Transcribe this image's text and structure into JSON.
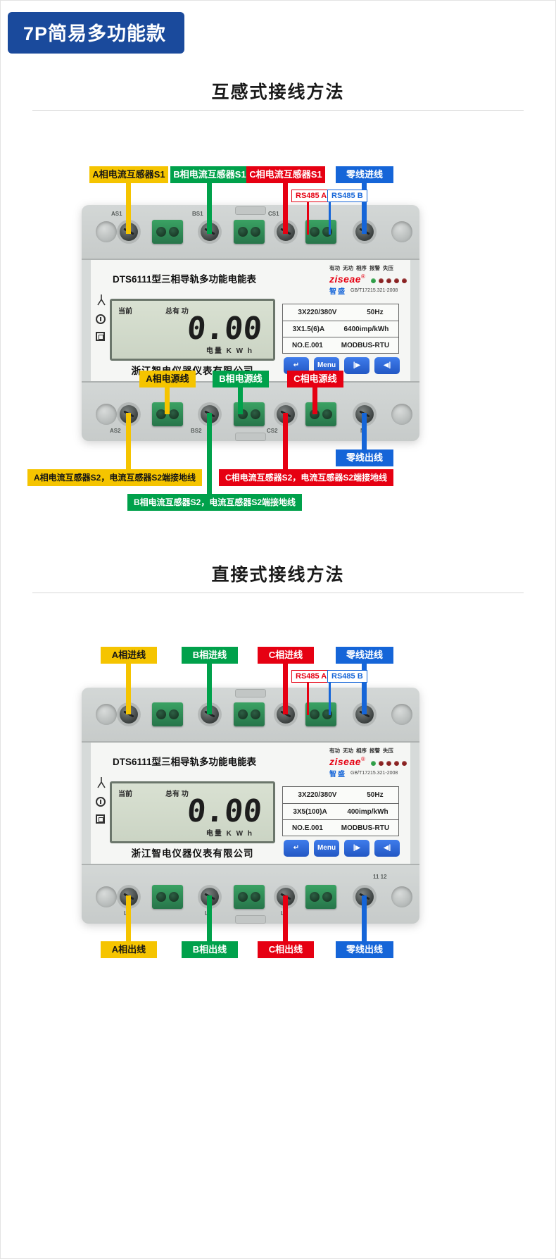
{
  "banner": {
    "title": "7P简易多功能款"
  },
  "colors": {
    "banner_blue": "#1A4A9C",
    "phase_a_yellow": "#F5C400",
    "phase_b_green": "#00A14B",
    "phase_c_red": "#E60012",
    "neutral_blue": "#1565D8",
    "brand_red": "#E60012",
    "button_blue": "#2D6BE0"
  },
  "section1": {
    "title": "互感式接线方法",
    "labels_top": [
      "A相电流互感器S1",
      "B相电流互感器S1",
      "C相电流互感器S1",
      "零线进线"
    ],
    "rs485_a": "RS485 A",
    "rs485_b": "RS485 B",
    "labels_power": [
      "A相电源线",
      "B相电源线",
      "C相电源线"
    ],
    "label_neutral_out": "零线出线",
    "label_ct_a_s2": "A相电流互感器S2，电流互感器S2端接地线",
    "label_ct_c_s2": "C相电流互感器S2，电流互感器S2端接地线",
    "label_ct_b_s2": "B相电流互感器S2，电流互感器S2端接地线"
  },
  "section2": {
    "title": "直接式接线方法",
    "labels_top": [
      "A相进线",
      "B相进线",
      "C相进线",
      "零线进线"
    ],
    "rs485_a": "RS485 A",
    "rs485_b": "RS485 B",
    "labels_bottom": [
      "A相出线",
      "B相出线",
      "C相出线",
      "零线出线"
    ]
  },
  "meter1": {
    "title": "DTS6111型三相导轨多功能电能表",
    "brand": "ziseae",
    "brand_reg": "®",
    "brand_cn": "智盛",
    "standard": "GB/T17215.321-2008",
    "indicators": [
      "有功",
      "无功",
      "相序",
      "报警",
      "失压"
    ],
    "lcd": {
      "label1": "当前",
      "label2": "总有 功",
      "value": "0.00",
      "unit": "电量 K W h"
    },
    "specs": [
      [
        "3X220/380V",
        "50Hz"
      ],
      [
        "3X1.5(6)A",
        "6400imp/kWh"
      ],
      [
        "NO.E.001",
        "MODBUS-RTU"
      ]
    ],
    "company": "浙江智电仪器仪表有限公司",
    "buttons": [
      {
        "name": "enter",
        "glyph": "↵"
      },
      {
        "name": "menu",
        "glyph": "Menu"
      },
      {
        "name": "next",
        "glyph": "|▶"
      },
      {
        "name": "prev",
        "glyph": "◀|"
      }
    ],
    "terminals_top": [
      "AS1",
      "BS1",
      "CS1"
    ],
    "terminals_bottom": [
      "AS2",
      "BS2",
      "CS2",
      "N"
    ]
  },
  "meter2": {
    "title": "DTS6111型三相导轨多功能电能表",
    "brand": "ziseae",
    "brand_reg": "®",
    "brand_cn": "智盛",
    "standard": "GB/T17215.321-2008",
    "indicators": [
      "有功",
      "无功",
      "相序",
      "报警",
      "失压"
    ],
    "lcd": {
      "label1": "当前",
      "label2": "总有 功",
      "value": "0.00",
      "unit": "电量 K W h"
    },
    "specs": [
      [
        "3X220/380V",
        "50Hz"
      ],
      [
        "3X5(100)A",
        "400imp/kWh"
      ],
      [
        "NO.E.001",
        "MODBUS-RTU"
      ]
    ],
    "company": "浙江智电仪器仪表有限公司",
    "buttons": [
      {
        "name": "enter",
        "glyph": "↵"
      },
      {
        "name": "menu",
        "glyph": "Menu"
      },
      {
        "name": "next",
        "glyph": "|▶"
      },
      {
        "name": "prev",
        "glyph": "◀|"
      }
    ],
    "terminal_note": "11 12",
    "terminals_bottom": [
      "L1",
      "L2",
      "L3",
      "N"
    ]
  }
}
